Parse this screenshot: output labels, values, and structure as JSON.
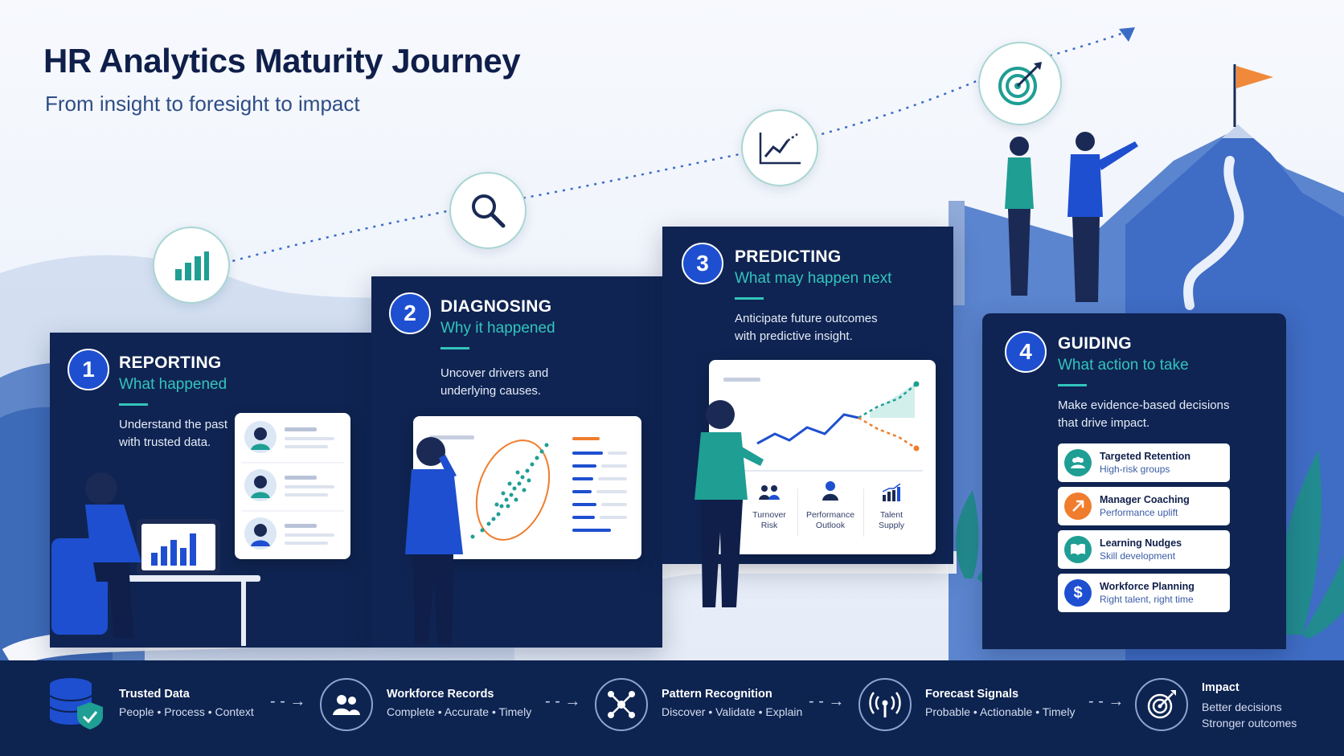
{
  "header": {
    "title": "HR Analytics Maturity Journey",
    "subtitle": "From insight to foresight to impact"
  },
  "stages": [
    {
      "number": "1",
      "title": "REPORTING",
      "subtitle": "What happened",
      "description_line1": "Understand the past",
      "description_line2": "with trusted data."
    },
    {
      "number": "2",
      "title": "DIAGNOSING",
      "subtitle": "Why it happened",
      "description_line1": "Uncover drivers and",
      "description_line2": "underlying causes."
    },
    {
      "number": "3",
      "title": "PREDICTING",
      "subtitle": "What may happen next",
      "description_line1": "Anticipate future outcomes",
      "description_line2": "with predictive insight."
    },
    {
      "number": "4",
      "title": "GUIDING",
      "subtitle": "What action to take",
      "description_line1": "Make evidence-based decisions",
      "description_line2": "that drive impact."
    }
  ],
  "predict_kpis": [
    {
      "line1": "Turnover",
      "line2": "Risk",
      "icon": "people-risk-icon"
    },
    {
      "line1": "Performance",
      "line2": "Outlook",
      "icon": "person-icon"
    },
    {
      "line1": "Talent",
      "line2": "Supply",
      "icon": "trend-bars-icon"
    }
  ],
  "actions": [
    {
      "title": "Targeted Retention",
      "subtitle": "High-risk groups",
      "icon": "group-icon",
      "color": "#1f9e94"
    },
    {
      "title": "Manager Coaching",
      "subtitle": "Performance uplift",
      "icon": "arrow-up-right-icon",
      "color": "#ef7d2d"
    },
    {
      "title": "Learning Nudges",
      "subtitle": "Skill development",
      "icon": "book-icon",
      "color": "#1f9e94"
    },
    {
      "title": "Workforce Planning",
      "subtitle": "Right talent, right time",
      "icon": "dollar-icon",
      "color": "#1e4fd0"
    }
  ],
  "flow": [
    {
      "title": "Trusted Data",
      "subtitle": "People • Process • Context",
      "icon": "database-shield-icon"
    },
    {
      "title": "Workforce Records",
      "subtitle": "Complete • Accurate • Timely",
      "icon": "people-icon"
    },
    {
      "title": "Pattern Recognition",
      "subtitle": "Discover • Validate • Explain",
      "icon": "network-icon"
    },
    {
      "title": "Forecast Signals",
      "subtitle": "Probable • Actionable • Timely",
      "icon": "signal-icon"
    },
    {
      "title": "Impact",
      "subtitle_line1": "Better decisions",
      "subtitle_line2": "Stronger outcomes",
      "icon": "target-icon"
    }
  ],
  "colors": {
    "navy": "#0f2452",
    "accent_blue": "#1e4fd0",
    "teal": "#33c4bd",
    "orange": "#ef7d2d"
  }
}
